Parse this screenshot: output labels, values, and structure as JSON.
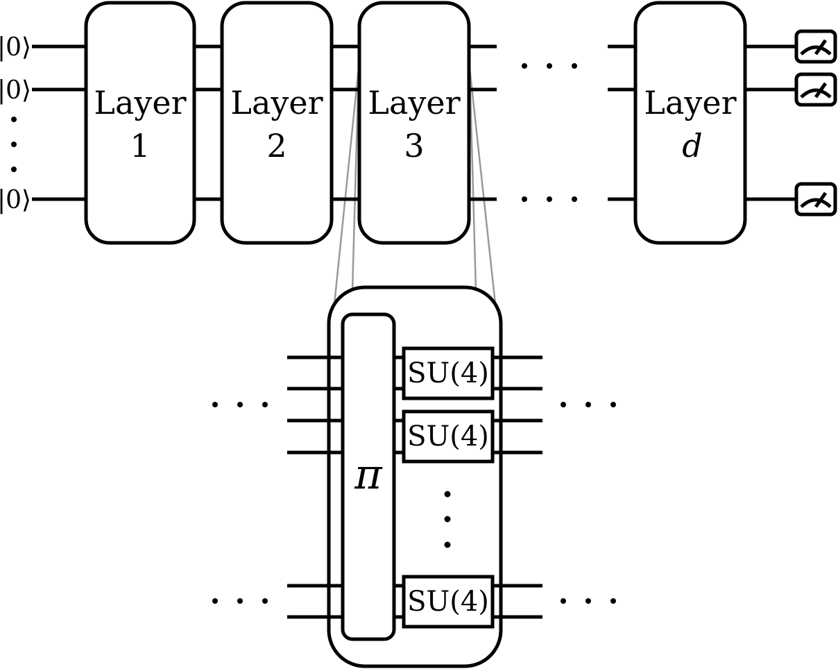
{
  "inputs": [
    "|0⟩",
    "|0⟩",
    "|0⟩"
  ],
  "layers": [
    {
      "line1": "Layer",
      "line2": "1"
    },
    {
      "line1": "Layer",
      "line2": "2"
    },
    {
      "line1": "Layer",
      "line2": "3"
    },
    {
      "line1": "Layer",
      "line2": "d"
    }
  ],
  "detail": {
    "permutation": "π",
    "gates": [
      "SU(4)",
      "SU(4)",
      "SU(4)"
    ]
  },
  "colors": {
    "line": "#000000",
    "zoom_lines": "#999999",
    "background": "#ffffff"
  },
  "icons": [
    "measurement-meter-icon",
    "ellipsis-icon"
  ]
}
